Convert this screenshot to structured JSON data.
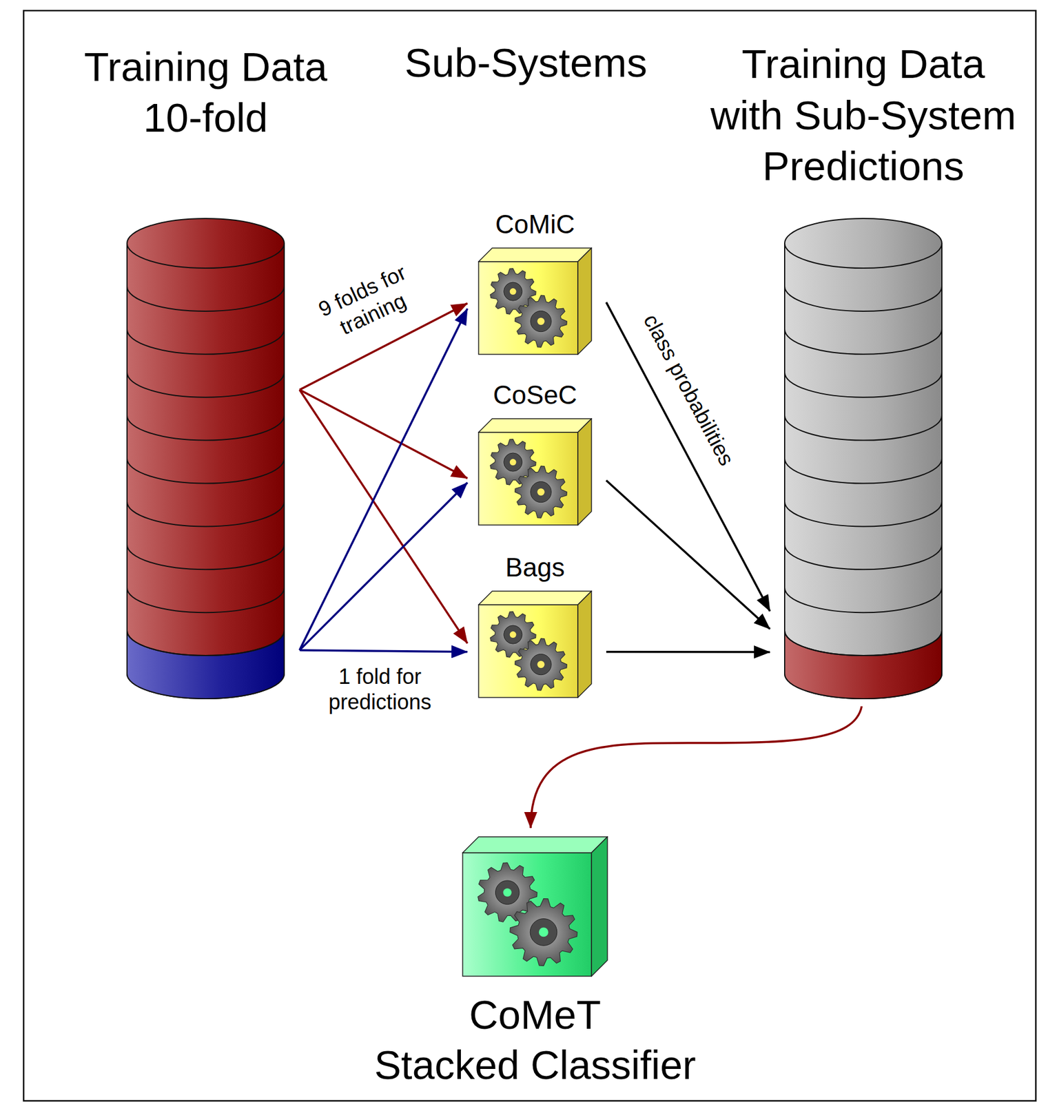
{
  "diagram": {
    "nodes": [
      {
        "text": [
          "Training Data 10-fold"
        ]
      },
      {
        "text": [
          "CoMiC"
        ]
      },
      {
        "text": [
          "CoSeC"
        ]
      },
      {
        "text": [
          "Bags"
        ]
      },
      {
        "text": [
          "Training Data with Sub-System Predictions"
        ]
      },
      {
        "text": [
          "CoMeT",
          "Stacked Classifier"
        ]
      }
    ],
    "edges": [
      {
        "from": 0,
        "to": 1,
        "arrow": "to",
        "label": "9 folds for training"
      },
      {
        "from": 0,
        "to": 2,
        "arrow": "to"
      },
      {
        "from": 0,
        "to": 3,
        "arrow": "to"
      },
      {
        "from": 0,
        "to": 1,
        "arrow": "to"
      },
      {
        "from": 0,
        "to": 2,
        "arrow": "to"
      },
      {
        "from": 0,
        "to": 3,
        "arrow": "to",
        "label": "1 fold for predictions"
      },
      {
        "from": 1,
        "to": 4,
        "arrow": "to",
        "label": "class probabilities"
      },
      {
        "from": 2,
        "to": 4,
        "arrow": "to"
      },
      {
        "from": 3,
        "to": 4,
        "arrow": "to"
      },
      {
        "from": 4,
        "to": 5,
        "arrow": "to"
      }
    ],
    "labels": [
      "Sub-Systems"
    ]
  }
}
